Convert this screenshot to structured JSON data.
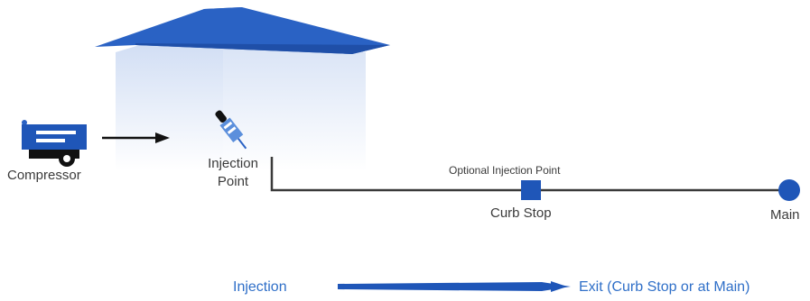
{
  "labels": {
    "compressor": "Compressor",
    "injection_point_line1": "Injection",
    "injection_point_line2": "Point",
    "optional_injection_point": "Optional Injection Point",
    "curb_stop": "Curb Stop",
    "main": "Main"
  },
  "flow": {
    "start_label": "Injection",
    "end_label": "Exit (Curb Stop or at Main)"
  },
  "colors": {
    "roof": "#2a62c4",
    "house_wall": "#dfe8f7",
    "pipe": "#3a3a3a",
    "marker": "#1f56b8",
    "flow_text": "#2f6fc8",
    "flow_arrow": "#1f56b8"
  },
  "icons": {
    "compressor": "compressor-icon",
    "injector": "injector-icon",
    "curb_stop": "square-marker",
    "main": "circle-marker"
  }
}
